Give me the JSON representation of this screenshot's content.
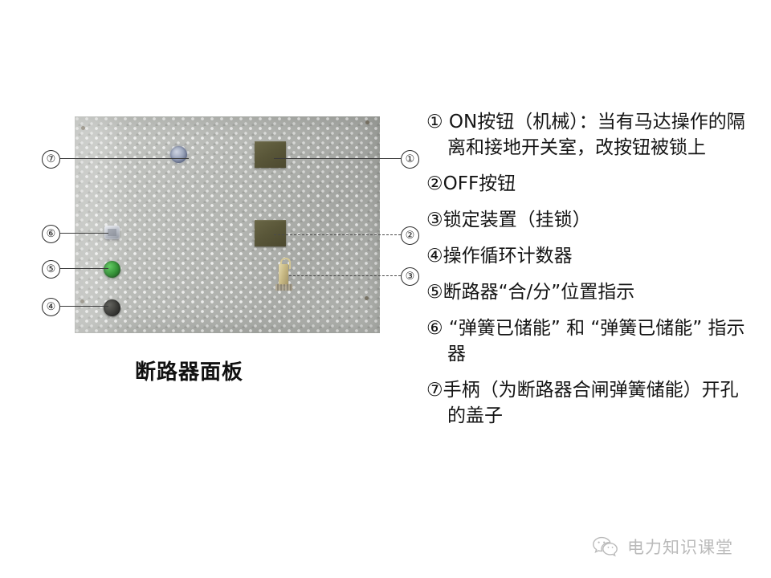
{
  "figure": {
    "caption": "断路器面板",
    "panel_parts": [
      {
        "key": "on-button",
        "name": "ON按钮",
        "callout": "①"
      },
      {
        "key": "off-button",
        "name": "OFF按钮",
        "callout": "②"
      },
      {
        "key": "locking-device",
        "name": "锁定装置（挂锁）",
        "callout": "③"
      },
      {
        "key": "operation-counter",
        "name": "操作循环计数器",
        "callout": "④"
      },
      {
        "key": "position-indicator",
        "name": "合/分位置指示",
        "callout": "⑤"
      },
      {
        "key": "spring-indicator",
        "name": "弹簧已储能指示器",
        "callout": "⑥"
      },
      {
        "key": "handle-cover",
        "name": "手柄开孔的盖子",
        "callout": "⑦"
      }
    ],
    "callouts": {
      "one": "①",
      "two": "②",
      "three": "③",
      "four": "④",
      "five": "⑤",
      "six": "⑥",
      "seven": "⑦"
    },
    "colors": {
      "panel_base": "#b9bbb7",
      "push_button": "#5a5739",
      "position_indicator_green": "#1f8a22",
      "operation_counter_dark": "#262622",
      "handle_cover_blue": "#9aa4bb",
      "locking_device_tan": "#cdbe88",
      "leader_line": "#3b3b3b"
    }
  },
  "legend": {
    "items": [
      {
        "callout": "①",
        "text": "① ON按钮（机械）：当有马达操作的隔离和接地开关室，改按钮被锁上",
        "indented": true
      },
      {
        "callout": "②",
        "text": "②OFF按钮",
        "indented": false
      },
      {
        "callout": "③",
        "text": "③锁定装置（挂锁）",
        "indented": false
      },
      {
        "callout": "④",
        "text": "④操作循环计数器",
        "indented": false
      },
      {
        "callout": "⑤",
        "text": "⑤断路器“合/分”位置指示",
        "indented": false
      },
      {
        "callout": "⑥",
        "text": "⑥ “弹簧已储能” 和 “弹簧已储能” 指示器",
        "indented": true
      },
      {
        "callout": "⑦",
        "text": "⑦手柄（为断路器合闸弹簧储能）开孔的盖子",
        "indented": true
      }
    ]
  },
  "watermark": {
    "text": "电力知识课堂",
    "icon": "wechat-icon",
    "color": "#5d5d5d"
  }
}
